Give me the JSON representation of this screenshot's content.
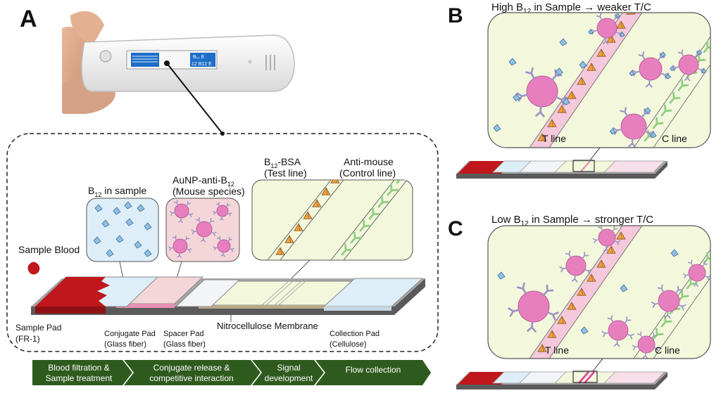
{
  "panels": {
    "a": "A",
    "b": "B",
    "c": "C"
  },
  "titles": {
    "high_pre": "High B",
    "high_sub": "12",
    "high_post": " in Sample → weaker T/C",
    "low_pre": "Low B",
    "low_sub": "12",
    "low_post": " in Sample → stronger T/C"
  },
  "insets": {
    "b12_pre": "B",
    "b12_sub": "12",
    "b12_post": " in sample",
    "aunp_pre": "AuNP-anti-B",
    "aunp_sub": "12",
    "aunp_line2": "(Mouse species)",
    "bsa_pre": "B",
    "bsa_sub": "12",
    "bsa_post": "-BSA",
    "bsa_line2": "(Test line)",
    "anti_line1": "Anti-mouse",
    "anti_line2": "(Control line)"
  },
  "labels": {
    "sample_blood": "Sample Blood",
    "sample_pad_1": "Sample Pad",
    "sample_pad_2": "(FR-1)",
    "conjugate_pad_1": "Conjugate Pad",
    "conjugate_pad_2": "(Glass fiber)",
    "spacer_pad_1": "Spacer Pad",
    "spacer_pad_2": "(Glass fiber)",
    "membrane": "Nitrocellulose Membrane",
    "collection_pad_1": "Collection Pad",
    "collection_pad_2": "(Cellulose)",
    "t_line": "T line",
    "c_line": "C line"
  },
  "device_text": {
    "top": "B₁₂ E",
    "bottom": "12 B12 E"
  },
  "steps": [
    {
      "line1": "Blood filtration &",
      "line2": "Sample treatment"
    },
    {
      "line1": "Conjugate release &",
      "line2": "competitive interaction"
    },
    {
      "line1": "Signal",
      "line2": "development"
    },
    {
      "line1": "Flow collection",
      "line2": ""
    }
  ],
  "colors": {
    "blood": "#c0171c",
    "pink": "#e77fbf",
    "light_green": "#f3f7dc",
    "arrow_green": "#2f5a1e",
    "orange": "#f0a040",
    "antibody_green": "#8fcf7f",
    "antibody_purple": "#9e93c4"
  }
}
